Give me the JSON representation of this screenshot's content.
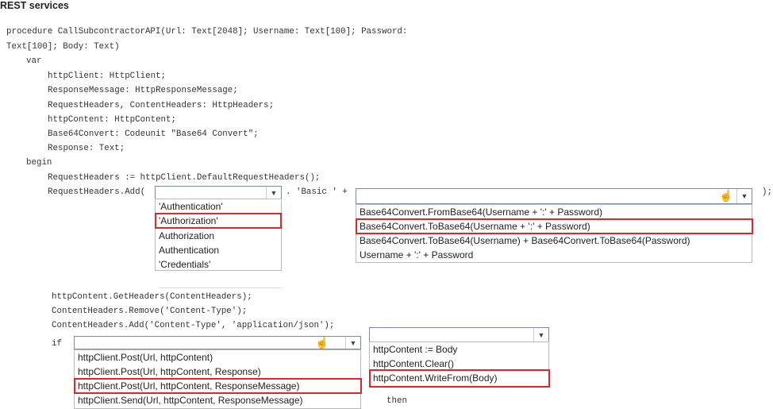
{
  "title": "REST services",
  "code": {
    "l1": "procedure CallSubcontractorAPI(Url: Text[2048]; Username: Text[100]; Password:",
    "l2": "Text[100]; Body: Text)",
    "l3": "var",
    "l4": "httpClient: HttpClient;",
    "l5": "ResponseMessage: HttpResponseMessage;",
    "l6": "RequestHeaders, ContentHeaders: HttpHeaders;",
    "l7": "httpContent: HttpContent;",
    "l8": "Base64Convert: Codeunit \"Base64 Convert\";",
    "l9": "Response: Text;",
    "l10": "begin",
    "l11": "RequestHeaders := httpClient.DefaultRequestHeaders();",
    "l12": "RequestHeaders.Add(",
    "l12b": ". 'Basic ' +",
    "l12c": ");",
    "l13": "httpContent.GetHeaders(ContentHeaders);",
    "l14": "ContentHeaders.Remove('Content-Type');",
    "l15": "ContentHeaders.Add('Content-Type', 'application/json');",
    "l16": "if",
    "l17": "then"
  },
  "dropdowns": [
    {
      "options": [
        "'Authentication'",
        "'Authorization'",
        "Authorization",
        "Authentication",
        "'Credentials'"
      ],
      "selected": 1
    },
    {
      "options": [
        "Base64Convert.FromBase64(Username + ':' + Password)",
        "Base64Convert.ToBase64(Username + ':' + Password)",
        "Base64Convert.ToBase64(Username) + Base64Convert.ToBase64(Password)",
        "Username + ':' + Password"
      ],
      "selected": 1
    },
    {
      "options": [
        "httpClient.Post(Url, httpContent)",
        "httpClient.Post(Url, httpContent, Response)",
        "httpClient.Post(Url, httpContent, ResponseMessage)",
        "httpClient.Send(Url, httpContent, ResponseMessage)"
      ],
      "selected": 2
    },
    {
      "options": [
        "httpContent := Body",
        "httpContent.Clear()",
        "httpContent.WriteFrom(Body)"
      ],
      "selected": 2
    }
  ],
  "highlight_color": "#e0252b"
}
